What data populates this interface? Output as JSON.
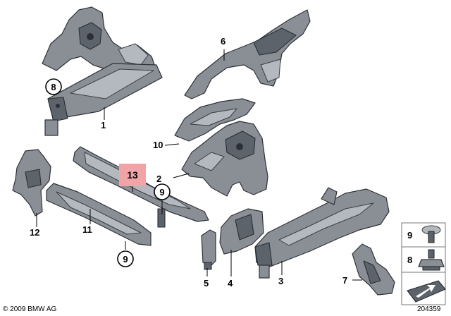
{
  "callouts": {
    "c1": "1",
    "c2": "2",
    "c3": "3",
    "c4": "4",
    "c5": "5",
    "c6": "6",
    "c7": "7",
    "c8": "8",
    "c9": "9",
    "c9b": "9",
    "c10": "10",
    "c11": "11",
    "c12": "12",
    "c13": "13"
  },
  "legend": {
    "item9": "9",
    "item8": "8"
  },
  "footer": {
    "copyright": "© 2009 BMW AG",
    "drawing_number": "204359"
  },
  "colors": {
    "highlight": "#f2a3a8",
    "part_fill": "#8a8f96",
    "outline": "#2e3238"
  }
}
